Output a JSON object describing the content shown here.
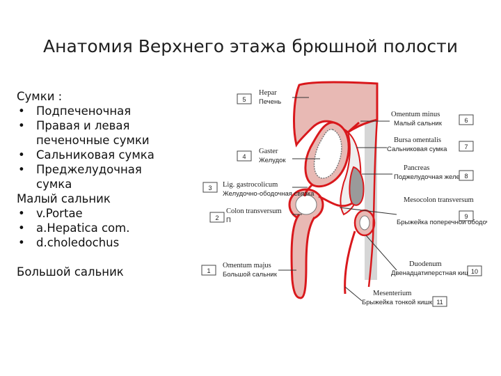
{
  "title": "Анатомия Верхнего этажа брюшной полости",
  "left_text": {
    "heading": "Сумки :",
    "bursae": [
      "Подпеченочная",
      "Правая и левая печеночные сумки",
      "Сальниковая сумка",
      "Преджелудочная сумка"
    ],
    "lesser_heading": "Малый сальник",
    "lesser_items": [
      "v.Portae",
      "a.Hepatica com.",
      "d.choledochus"
    ],
    "greater_heading": "Большой сальник"
  },
  "diagram": {
    "labels": [
      {
        "num": "5",
        "en": "Hepar",
        "ru": "Печень"
      },
      {
        "num": "4",
        "en": "Gaster",
        "ru": "Желудок"
      },
      {
        "num": "3",
        "en": "Lig. gastrocolicum",
        "ru": "Желудочно-ободочная связка"
      },
      {
        "num": "2",
        "en": "Colon transversum",
        "ru": "Поперечная ободочная кишка"
      },
      {
        "num": "1",
        "en": "Omentum majus",
        "ru": "Большой сальник"
      },
      {
        "num": "6",
        "en": "Omentum minus",
        "ru": "Малый сальник"
      },
      {
        "num": "7",
        "en": "Bursa omentalis",
        "ru": "Сальниковая сумка"
      },
      {
        "num": "8",
        "en": "Pancreas",
        "ru": "Поджелудочная железа"
      },
      {
        "num": "9",
        "en": "Mesocolon transversum",
        "ru": "Брыжейка поперечной ободочной кишки"
      },
      {
        "num": "10",
        "en": "Duodenum",
        "ru": "Двенадцатиперстная кишка"
      },
      {
        "num": "11",
        "en": "Mesenterium",
        "ru": "Брыжейка тонкой кишки"
      }
    ]
  },
  "colors": {
    "peritoneum": "#d9181c",
    "organ_fill": "#e8b9b4",
    "wall": "#d6d6d6",
    "pancreas": "#9a9a9a",
    "bursa": "#efefef"
  }
}
